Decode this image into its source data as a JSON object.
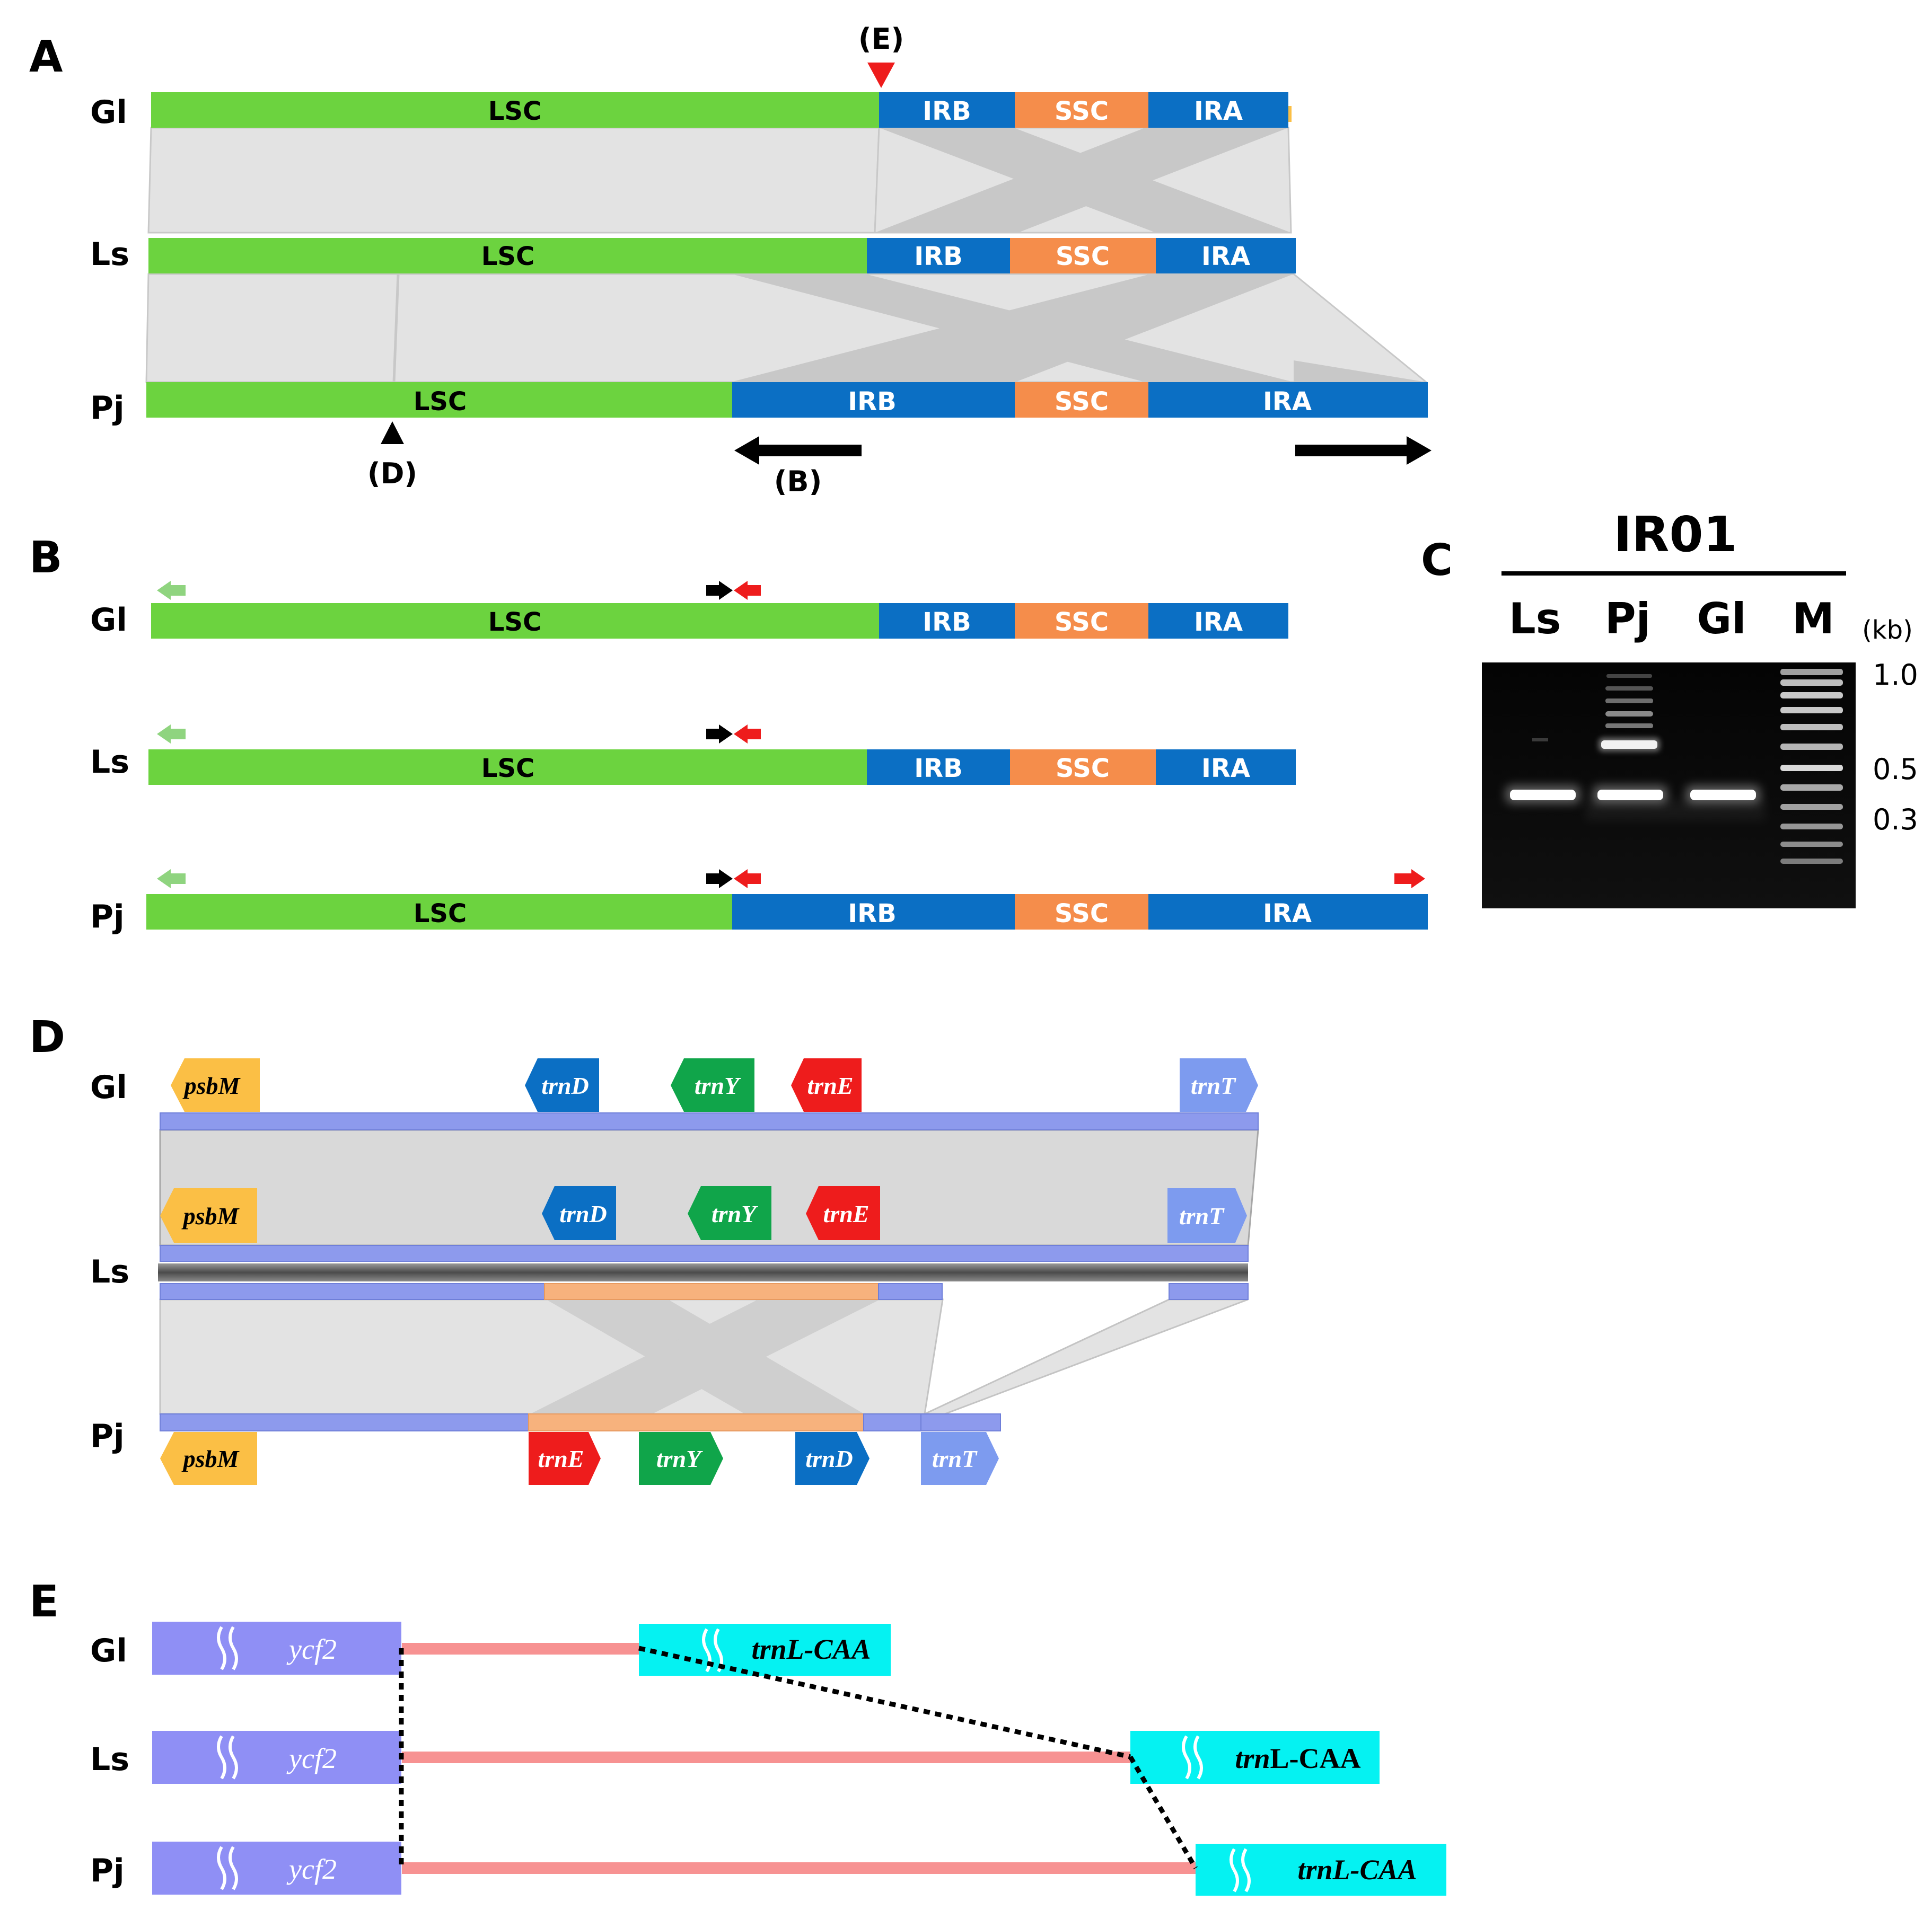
{
  "panels": {
    "A": "A",
    "B": "B",
    "C": "C",
    "D": "D",
    "E": "E"
  },
  "species": {
    "gl": "Gl",
    "ls": "Ls",
    "pj": "Pj"
  },
  "regions": {
    "lsc": "LSC",
    "irb": "IRB",
    "ssc": "SSC",
    "ira": "IRA"
  },
  "panel_a": {
    "marker_e": "(E)",
    "marker_d": "(D)",
    "marker_b": "(B)"
  },
  "panel_c": {
    "title": "IR01",
    "lanes": [
      "Ls",
      "Pj",
      "Gl",
      "M"
    ],
    "unit": "(kb)",
    "ladder_labels": [
      "1.0",
      "0.5",
      "0.3"
    ]
  },
  "panel_d": {
    "genes": {
      "psbM": "psbM",
      "trnD": "trnD",
      "trnY": "trnY",
      "trnE": "trnE",
      "trnT": "trnT"
    }
  },
  "panel_e": {
    "ycf2": "ycf2",
    "trnL_gl": "trnL-CAA",
    "trnL_ls_prefix": "trn",
    "trnL_ls_suffix": "L-CAA",
    "trnL_pj": "trnL-CAA"
  },
  "colors": {
    "lsc": "#6cd33f",
    "ir": "#0b6fc4",
    "ssc": "#f58d4b",
    "synteny": "#e3e3e3",
    "synteny_cross": "#c6c6c6",
    "psbM": "#fbbf45",
    "trnD": "#0b6fc4",
    "trnY": "#10a54a",
    "trnE": "#ee1c1c",
    "trnT": "#7d9bef",
    "track": "#8d9aed",
    "inversion": "#f7b27d",
    "ycf2": "#8f8ff5",
    "trnL": "#05f2f2",
    "spacer": "#f79292",
    "arrow_black": "#000000",
    "arrow_red": "#ee1c1c",
    "arrow_green": "#8fd47f"
  }
}
